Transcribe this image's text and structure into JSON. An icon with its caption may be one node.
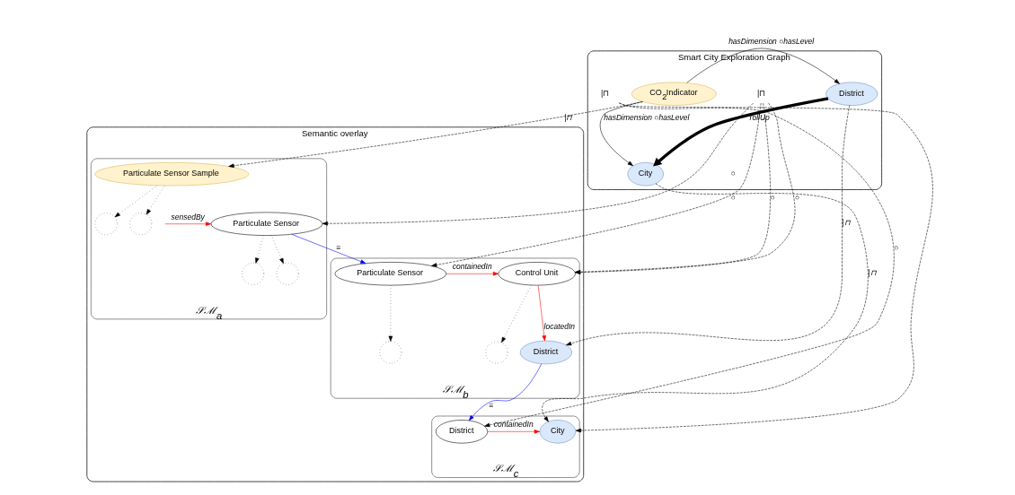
{
  "diagram": {
    "nodes": [
      {
        "text": [
          "Smart City Exploration Graph"
        ]
      },
      {
        "text": [
          "CO$_{2}$Indicator"
        ],
        "in": 0
      },
      {
        "text": [
          "City"
        ],
        "in": 0
      },
      {
        "text": [
          "District"
        ],
        "in": 0
      },
      {
        "text": [
          "|⊓"
        ],
        "in": 0
      },
      {
        "text": [
          "|⊓"
        ],
        "in": 0
      },
      {
        "text": [
          "Semantic overlay"
        ]
      },
      {
        "text": [
          "𝒮ℳ$_{a}$"
        ],
        "in": 6
      },
      {
        "text": [
          "𝒮ℳ$_{b}$"
        ],
        "in": 6
      },
      {
        "text": [
          "𝒮ℳ$_{c}$"
        ],
        "in": 6
      },
      {
        "text": [
          "Particulate Sensor Sample"
        ],
        "in": 7
      },
      {
        "text": [],
        "shape": "circle",
        "in": 7
      },
      {
        "text": [],
        "shape": "circle",
        "in": 7
      },
      {
        "text": [
          "Particulate Sensor"
        ],
        "in": 7
      },
      {
        "text": [],
        "shape": "circle",
        "in": 7
      },
      {
        "text": [],
        "shape": "circle",
        "in": 7
      },
      {
        "text": [
          "District"
        ],
        "in": 8
      },
      {
        "text": [
          "Particulate Sensor"
        ],
        "in": 8
      },
      {
        "text": [
          "Control Unit"
        ],
        "in": 8
      },
      {
        "text": [],
        "shape": "circle",
        "in": 8
      },
      {
        "text": [],
        "shape": "circle",
        "in": 8
      },
      {
        "text": [
          "District"
        ],
        "in": 9
      },
      {
        "text": [
          "City"
        ],
        "in": 9
      }
    ],
    "edges": [
      {
        "from": 1,
        "to": 2,
        "arrow": "to",
        "label": "hasDimension ○hasLevel"
      },
      {
        "from": 1,
        "to": 3,
        "arrow": "to",
        "label": "hasDimension ○hasLevel"
      },
      {
        "from": 3,
        "to": 2,
        "arrow": "to",
        "label": "rollUp",
        "style": "thick"
      },
      {
        "from": 2,
        "to": 22,
        "arrow": "to",
        "label": "|⊓",
        "style": "dashed"
      },
      {
        "from": 1,
        "to": 10,
        "arrow": "to",
        "label": "|⊓",
        "style": "dashed"
      },
      {
        "from": 3,
        "to": 16,
        "arrow": "to",
        "label": "|⊓",
        "style": "dashed"
      },
      {
        "from": 4,
        "to": 13,
        "arrow": "to",
        "label": "○",
        "style": "dashed"
      },
      {
        "from": 4,
        "to": 17,
        "arrow": "to",
        "label": "○",
        "style": "dashed"
      },
      {
        "from": 4,
        "to": 18,
        "arrow": "to",
        "label": "○",
        "style": "dashed"
      },
      {
        "from": 4,
        "to": 18,
        "arrow": "to",
        "label": "○",
        "style": "dashed"
      },
      {
        "from": 5,
        "to": 21,
        "arrow": "to",
        "label": "○",
        "style": "dashed"
      },
      {
        "from": 5,
        "to": 22,
        "arrow": "to",
        "style": "dashed"
      },
      {
        "from": 10,
        "to": 11,
        "arrow": "to",
        "style": "dashed"
      },
      {
        "from": 10,
        "to": 12,
        "arrow": "to",
        "style": "dashed"
      },
      {
        "from": null,
        "to": 13,
        "arrow": "to",
        "label": "sensedBy",
        "color": "#ff0000"
      },
      {
        "from": 13,
        "to": 17,
        "arrow": "to",
        "label": "≡",
        "color": "#0000ff"
      },
      {
        "from": 13,
        "to": 14,
        "arrow": "to",
        "style": "dashed"
      },
      {
        "from": 13,
        "to": 15,
        "arrow": "to",
        "style": "dashed"
      },
      {
        "from": 17,
        "to": 18,
        "arrow": "to",
        "label": "containedIn",
        "color": "#ff0000"
      },
      {
        "from": 18,
        "to": 16,
        "arrow": "to",
        "label": "locatedIn",
        "color": "#ff0000"
      },
      {
        "from": 17,
        "to": 19,
        "arrow": "to",
        "style": "dashed"
      },
      {
        "from": 18,
        "to": 20,
        "arrow": "to",
        "style": "dashed"
      },
      {
        "from": 16,
        "to": 21,
        "arrow": "to",
        "label": "≡",
        "color": "#0000ff"
      },
      {
        "from": 21,
        "to": 22,
        "arrow": "to",
        "label": "containedIn",
        "color": "#ff0000"
      }
    ]
  }
}
